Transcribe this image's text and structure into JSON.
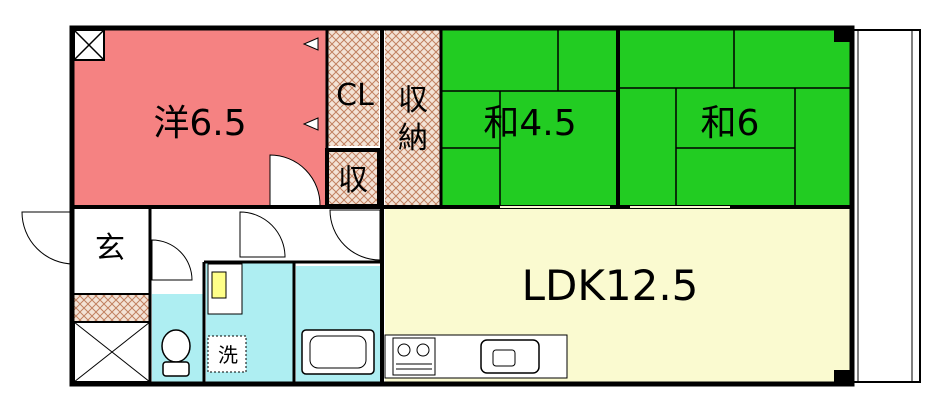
{
  "rooms": {
    "western_room": {
      "label": "洋6.5",
      "fill": "#f58282"
    },
    "closet": {
      "label": "CL",
      "pattern": "crosshatch"
    },
    "storage_closet_1": {
      "label": "収"
    },
    "storage_closet_2": {
      "label": "収納",
      "pattern": "crosshatch"
    },
    "japanese_room_1": {
      "label": "和4.5",
      "fill": "#22cc22"
    },
    "japanese_room_2": {
      "label": "和6",
      "fill": "#22cc22"
    },
    "ldk": {
      "label": "LDK12.5",
      "fill": "#fafad0"
    },
    "entrance": {
      "label": "玄"
    },
    "washroom": {
      "label": "洗",
      "fill": "#aeeef2"
    },
    "bathroom": {
      "fill": "#aeeef2"
    },
    "toilet": {
      "fill": "#aeeef2"
    }
  },
  "colors": {
    "wall": "#000000",
    "balcony": "#ffffff",
    "tatami_lines": "#000000"
  }
}
